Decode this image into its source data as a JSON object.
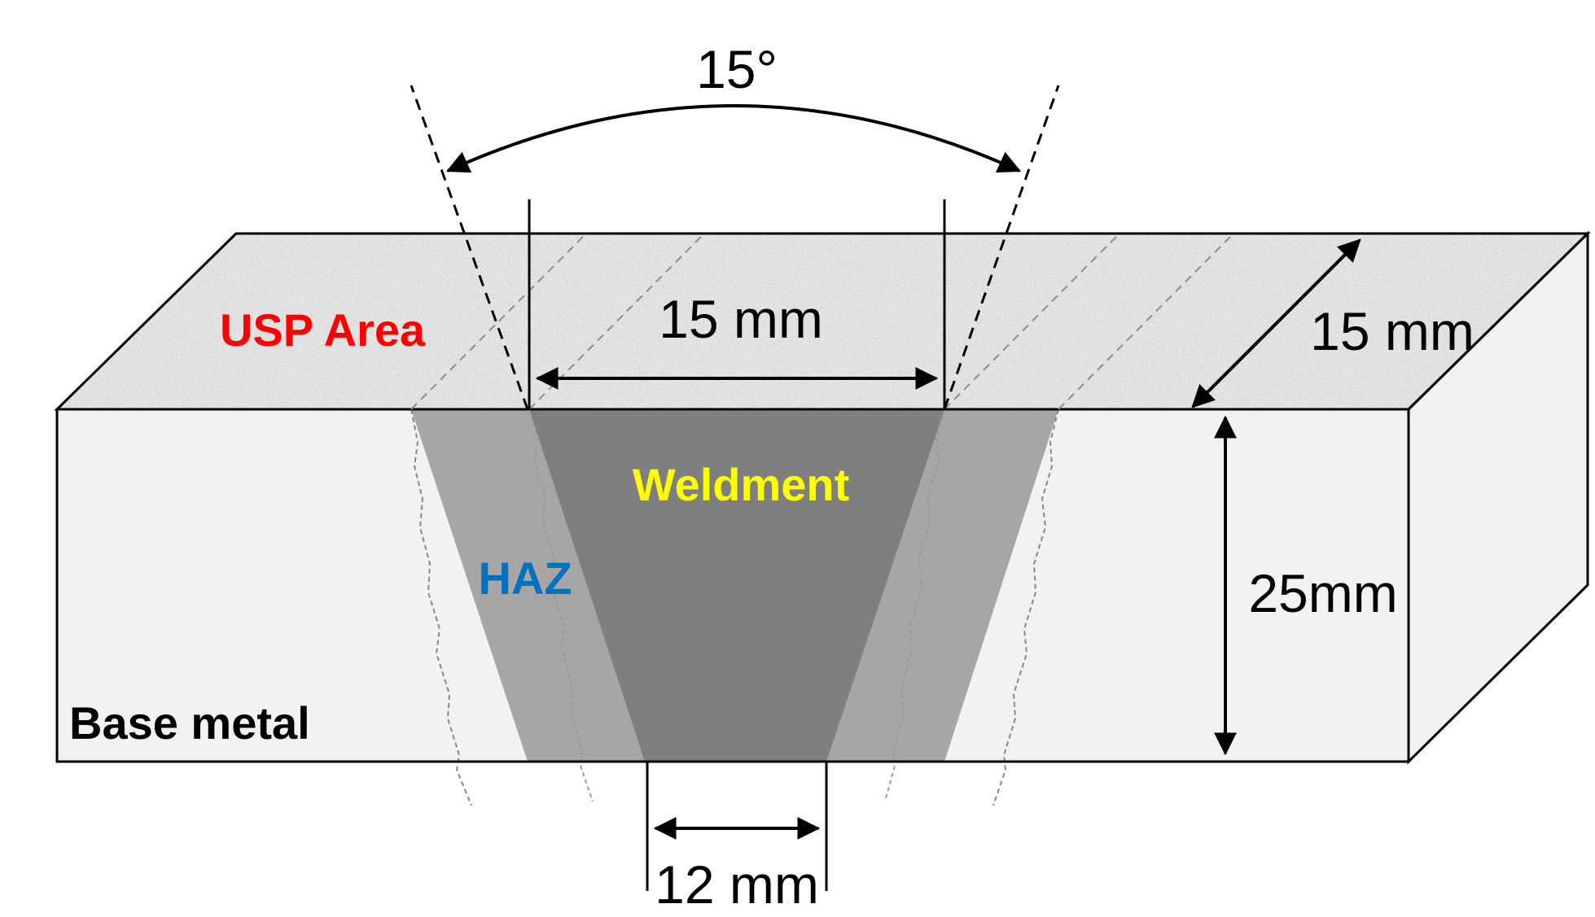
{
  "labels": {
    "angle": "15°",
    "top_width": "15 mm",
    "depth": "15 mm",
    "thickness": "25mm",
    "root_width": "12 mm",
    "usp_area": "USP Area",
    "weldment": "Weldment",
    "haz": "HAZ",
    "base_metal": "Base metal"
  },
  "colors": {
    "usp_area": "#ff0000",
    "weldment": "#ffff00",
    "haz": "#0070c0",
    "base_metal": "#000000",
    "weld_fill": "#7f7f7f",
    "haz_fill": "#a6a6a6",
    "block_face": "#f2f2f2"
  }
}
